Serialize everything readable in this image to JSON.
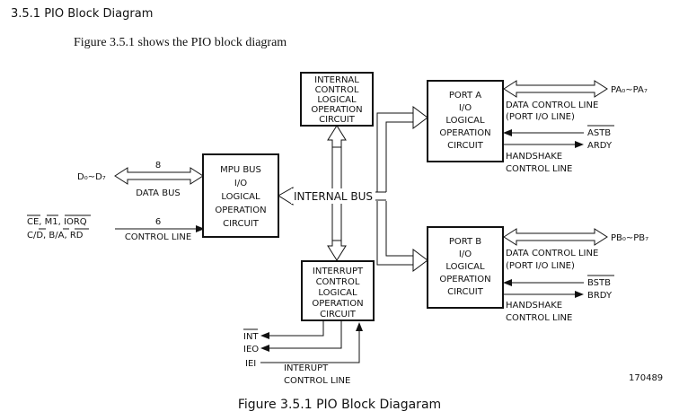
{
  "section_title": "3.5.1 PIO Block Diagram",
  "intro": "Figure 3.5.1 shows the PIO block diagram",
  "caption": "Figure 3.5.1   PIO Block Diagaram",
  "figure_code": "170489",
  "blocks": {
    "internal_control": [
      "INTERNAL",
      "CONTROL",
      "LOGICAL",
      "OPERATION",
      "CIRCUIT"
    ],
    "mpu_bus": [
      "MPU BUS",
      "I/O",
      "LOGICAL",
      "OPERATION",
      "CIRCUIT"
    ],
    "interrupt_control": [
      "INTERRUPT",
      "CONTROL",
      "LOGICAL",
      "OPERATION",
      "CIRCUIT"
    ],
    "port_a": [
      "PORT A",
      "I/O",
      "LOGICAL",
      "OPERATION",
      "CIRCUIT"
    ],
    "port_b": [
      "PORT B",
      "I/O",
      "LOGICAL",
      "OPERATION",
      "CIRCUIT"
    ]
  },
  "labels": {
    "internal_bus": "INTERNAL BUS",
    "data_bus_width": "8",
    "data_bus": "DATA BUS",
    "control_line_width": "6",
    "control_line": "CONTROL LINE",
    "d_signal": "D₀~D₇",
    "ctrl_signals_1": "CE, M1, IORQ",
    "ctrl_signals_2": "C/D, B/A, RD",
    "port_a_io": "PA₀~PA₇",
    "port_b_io": "PB₀~PB₇",
    "data_control_line": "DATA CONTROL LINE",
    "port_io_line": "(PORT I/O LINE)",
    "astb": "ASTB",
    "ardy": "ARDY",
    "bstb": "BSTB",
    "brdy": "BRDY",
    "handshake": "HANDSHAKE",
    "handshake_line": "CONTROL LINE",
    "int": "INT",
    "ieo": "IEO",
    "iei": "IEI",
    "interupt": "INTERUPT",
    "interupt_line": "CONTROL LINE"
  }
}
